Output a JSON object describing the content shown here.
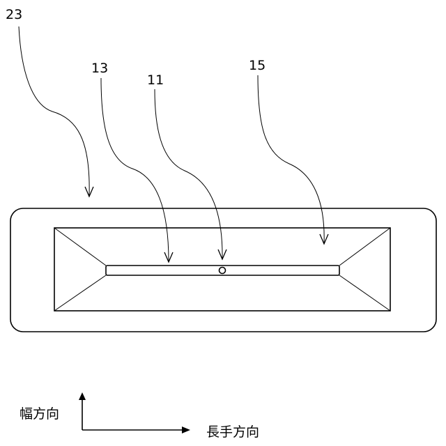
{
  "references": {
    "outer_frame": "23",
    "slot": "13",
    "hole": "11",
    "tapered_recess": "15"
  },
  "axes": {
    "width_direction": "幅方向",
    "length_direction": "長手方向"
  }
}
